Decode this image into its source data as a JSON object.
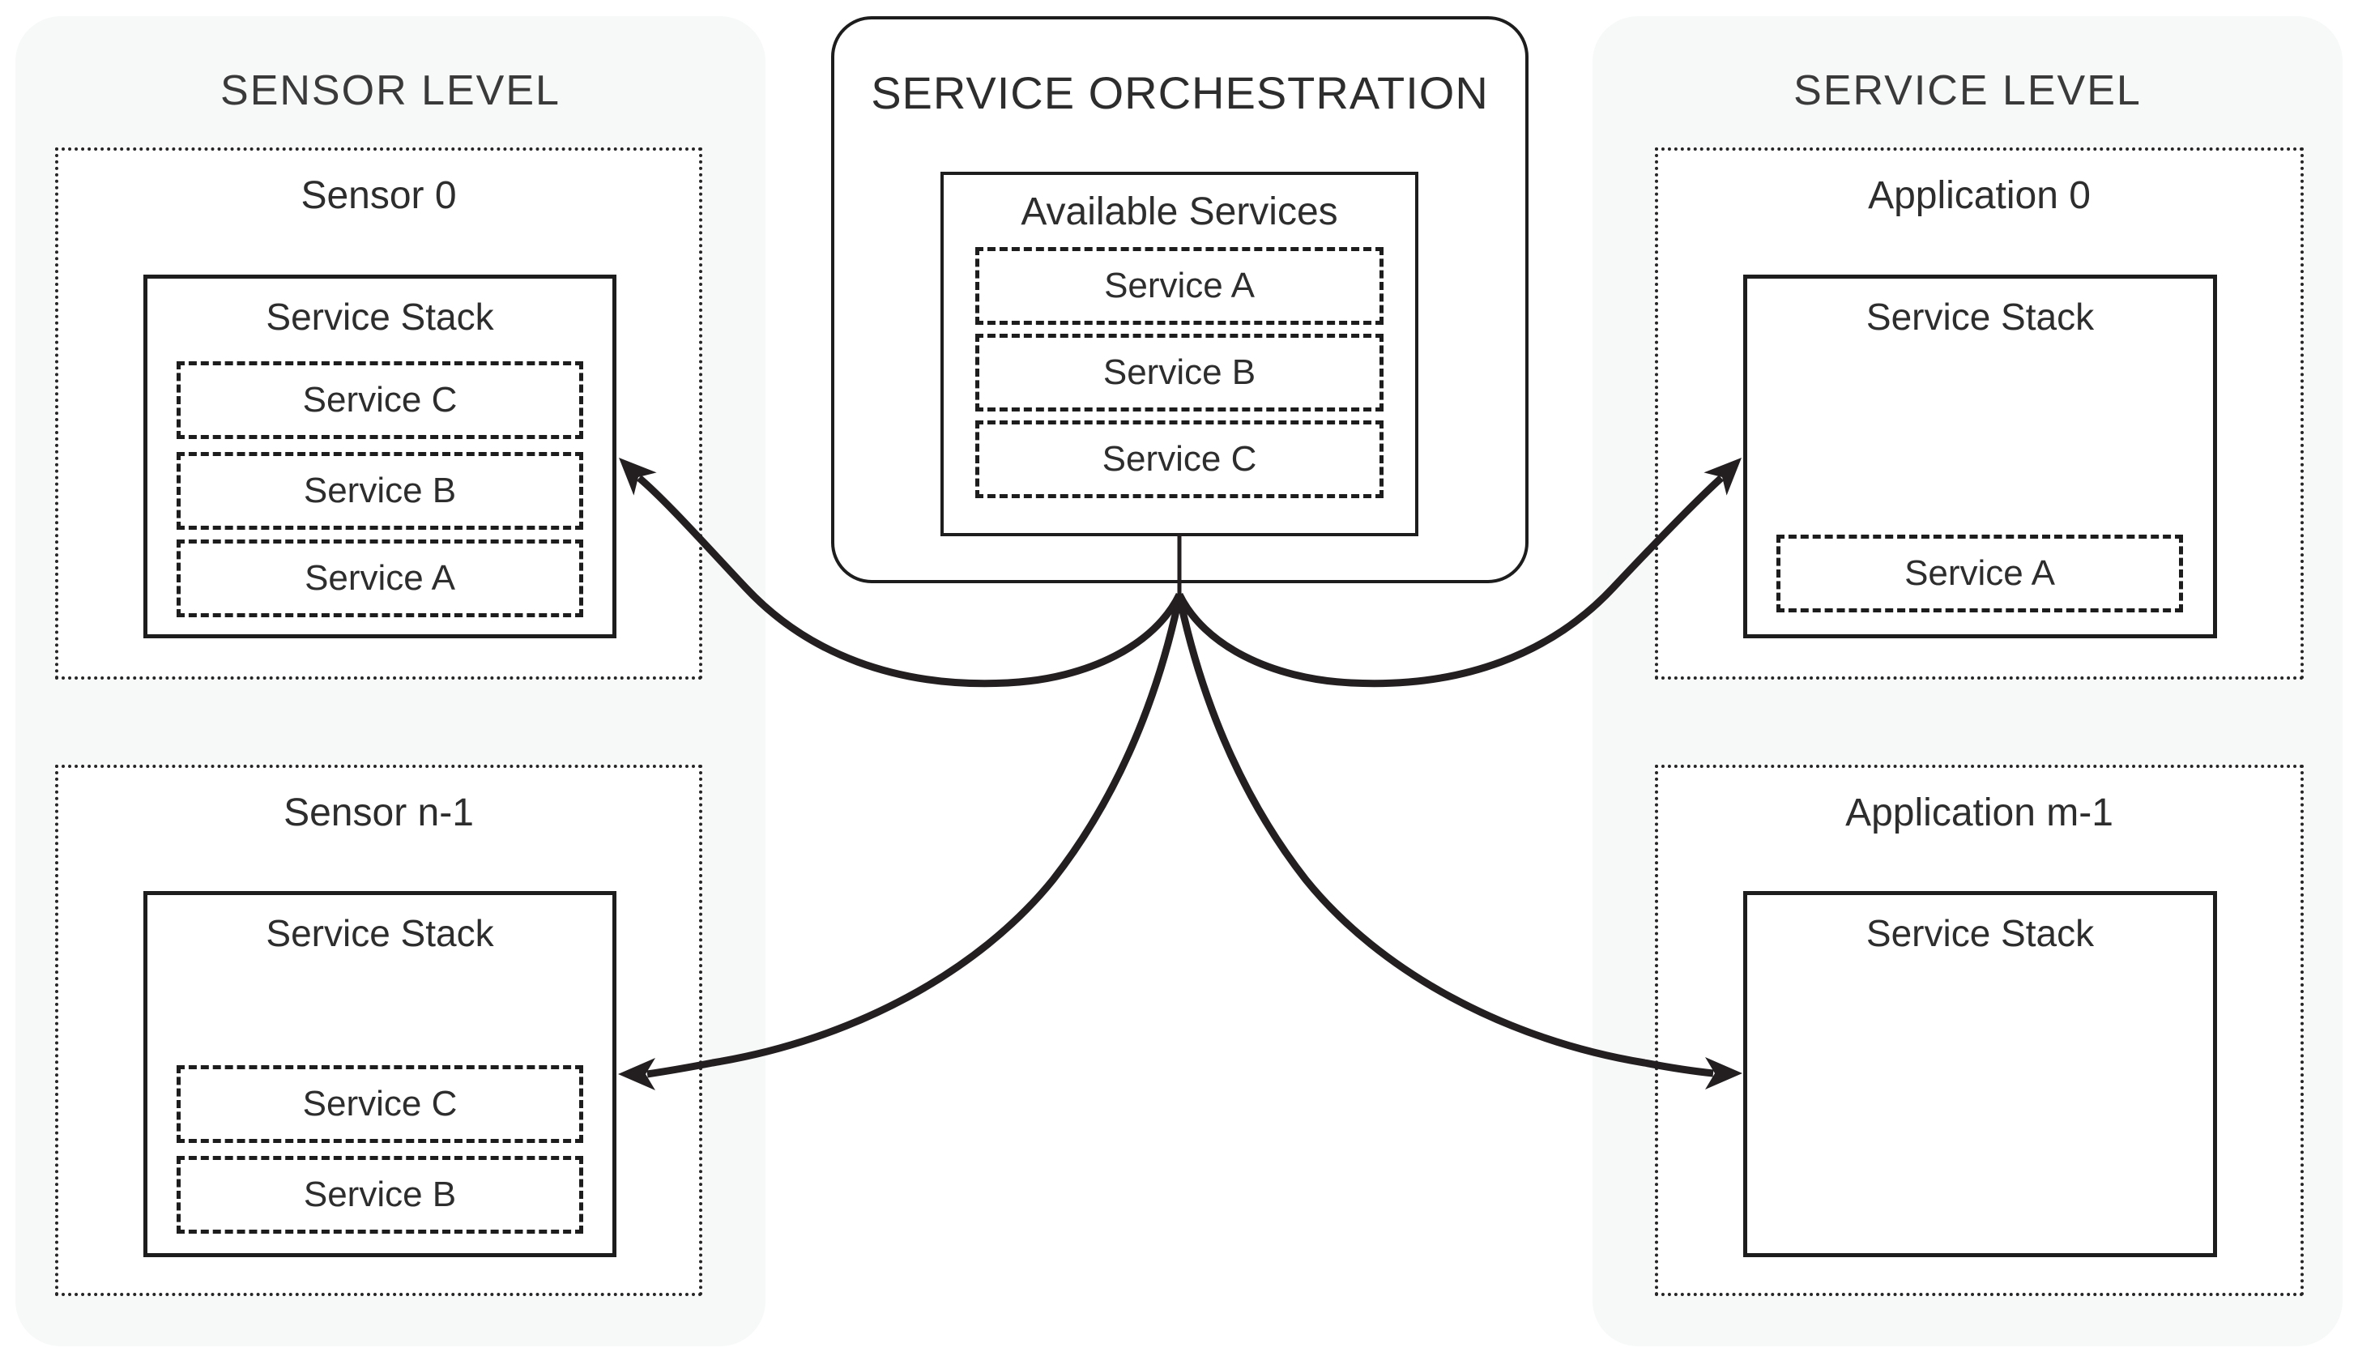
{
  "left_panel": {
    "title": "SENSOR LEVEL"
  },
  "right_panel": {
    "title": "SERVICE LEVEL"
  },
  "orchestration": {
    "title": "SERVICE ORCHESTRATION",
    "box_title": "Available Services",
    "services": [
      "Service A",
      "Service B",
      "Service C"
    ]
  },
  "sensor0": {
    "title": "Sensor 0",
    "stack_title": "Service Stack",
    "services": [
      "Service C",
      "Service B",
      "Service A"
    ]
  },
  "sensorN": {
    "title": "Sensor n-1",
    "stack_title": "Service Stack",
    "services": [
      "Service C",
      "Service B"
    ]
  },
  "app0": {
    "title": "Application 0",
    "stack_title": "Service Stack",
    "services": [
      "Service A"
    ]
  },
  "appM": {
    "title": "Application m-1",
    "stack_title": "Service Stack",
    "services": []
  },
  "colors": {
    "ink": "#231f20",
    "panel_bg": "#f7f8f8",
    "box_bg": "#ffffff"
  }
}
